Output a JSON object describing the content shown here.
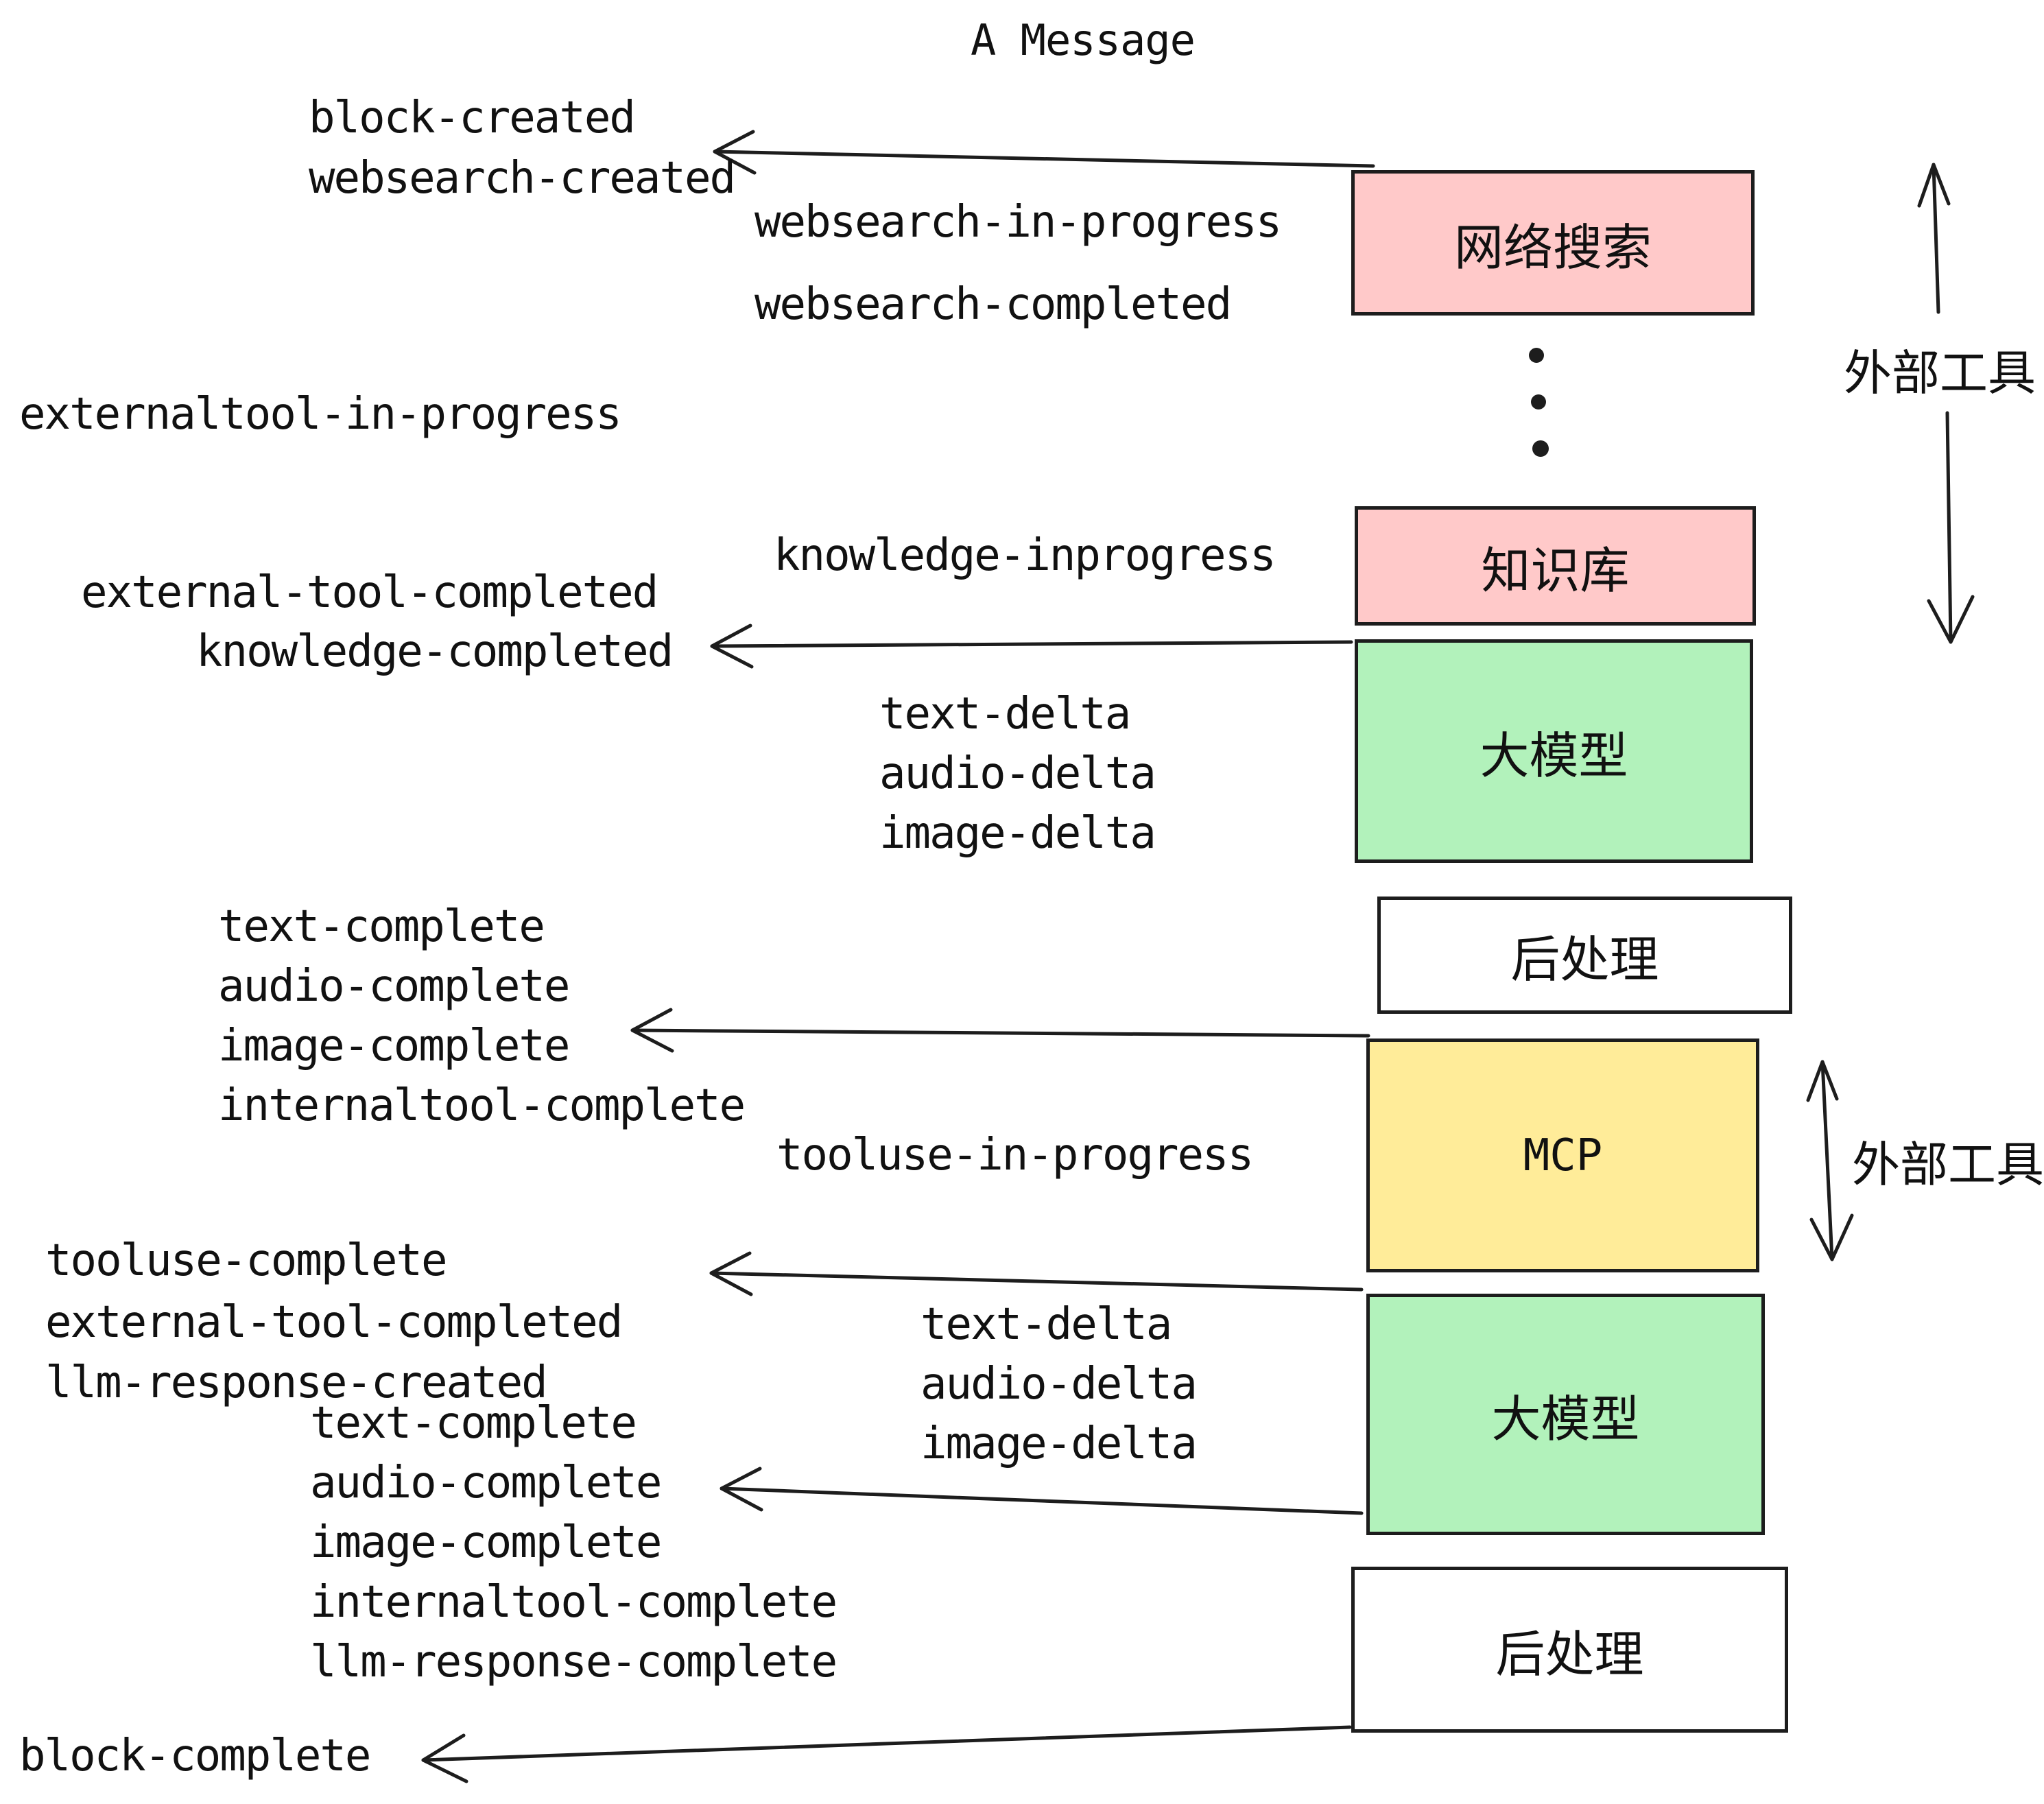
{
  "title": "A Message",
  "colors": {
    "pink": "#ffc9c9",
    "green": "#b2f2bb",
    "yellow": "#ffec99",
    "white": "#ffffff",
    "stroke": "#1d1d1d"
  },
  "nodes": {
    "websearch": "网络搜索",
    "knowledge": "知识库",
    "llm1": "大模型",
    "post1": "后处理",
    "mcp": "MCP",
    "llm2": "大模型",
    "post2": "后处理"
  },
  "side_labels": {
    "external_tools_1": "外部工具",
    "external_tools_2": "外部工具"
  },
  "event_labels": {
    "block_created": "block-created",
    "websearch_created": "websearch-created",
    "websearch_in_progress": "websearch-in-progress",
    "websearch_completed": "websearch-completed",
    "externaltool_in_progress": "externaltool-in-progress",
    "knowledge_inprogress": "knowledge-inprogress",
    "external_tool_completed": "external-tool-completed",
    "knowledge_completed": "knowledge-completed",
    "delta_group1": [
      "text-delta",
      "audio-delta",
      "image-delta"
    ],
    "complete_group1": [
      "text-complete",
      "audio-complete",
      "image-complete",
      "internaltool-complete"
    ],
    "tooluse_in_progress": "tooluse-in-progress",
    "tooluse_complete": "tooluse-complete",
    "external_tool_completed_2": "external-tool-completed",
    "llm_response_created": "llm-response-created",
    "delta_group2": [
      "text-delta",
      "audio-delta",
      "image-delta"
    ],
    "complete_group2": [
      "text-complete",
      "audio-complete",
      "image-complete",
      "internaltool-complete",
      "llm-response-complete"
    ],
    "block_complete": "block-complete"
  }
}
